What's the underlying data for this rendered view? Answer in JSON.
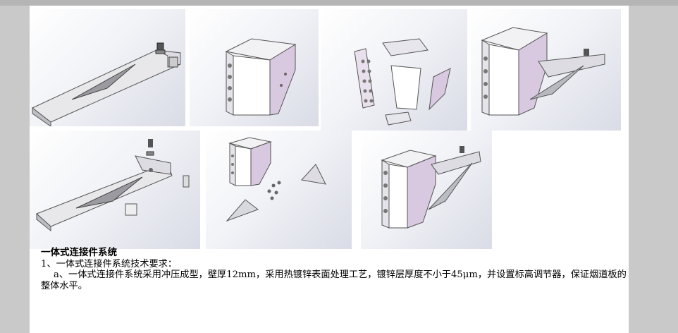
{
  "section_title": "一体式连接件系统",
  "items": [
    {
      "text": "1、一体式连接件系统技术要求："
    },
    {
      "text": "a、一体式连接件系统采用冲压成型，壁厚12mm，采用热镀锌表面处理工艺，镀锌层厚度不小于45μm，并设置标高调节器，保证烟道板的整体水平。"
    }
  ],
  "figures": [
    {
      "icon": "triangular-bracket-with-bolt"
    },
    {
      "icon": "box-connector"
    },
    {
      "icon": "exploded-box-connector"
    },
    {
      "icon": "assembled-connector"
    },
    {
      "icon": "exploded-bracket"
    },
    {
      "icon": "connector-kit-parts"
    },
    {
      "icon": "assembled-connector-view"
    }
  ]
}
